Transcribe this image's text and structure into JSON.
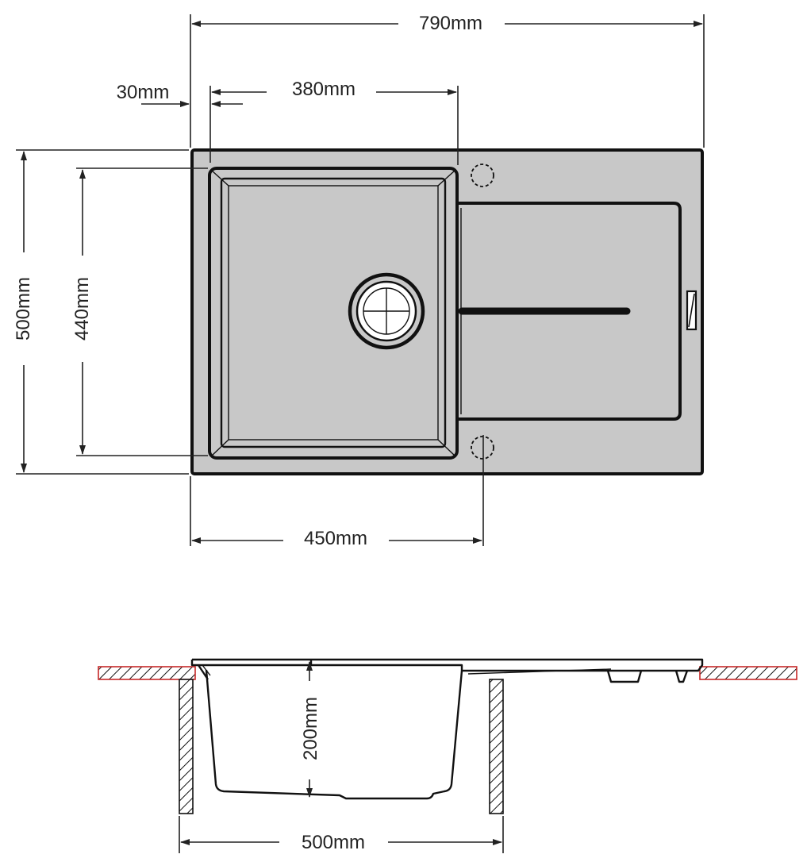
{
  "dimensions": {
    "overall_width": "790mm",
    "overall_depth": "500mm",
    "bowl_width": "380mm",
    "bowl_depth": "440mm",
    "bowl_offset": "30mm",
    "tap_hole_offset": "450mm",
    "bowl_height": "200mm",
    "cabinet_width": "500mm"
  },
  "colors": {
    "sink_fill": "#c8c8c8",
    "outline": "#111111",
    "countertop_hatch": "#c62828"
  }
}
